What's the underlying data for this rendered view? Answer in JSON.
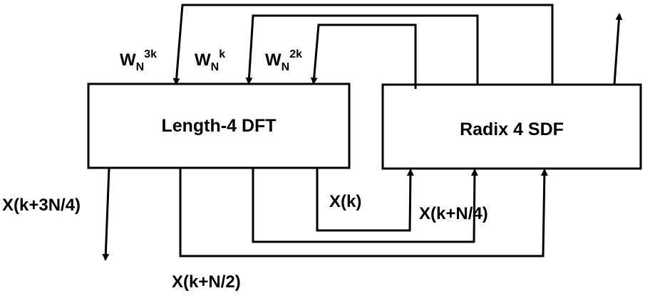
{
  "blocks": {
    "dft": "Length-4 DFT",
    "sdf": "Radix 4 SDF"
  },
  "twiddles": {
    "w3": {
      "base": "W",
      "sub": "N",
      "sup": "3k"
    },
    "w1": {
      "base": "W",
      "sub": "N",
      "sup": "k"
    },
    "w2": {
      "base": "W",
      "sub": "N",
      "sup": "2k"
    }
  },
  "outputs": {
    "x0": "X(k)",
    "x1": "X(k+N/4)",
    "x2": "X(k+N/2)",
    "x3": "X(k+3N/4)"
  }
}
